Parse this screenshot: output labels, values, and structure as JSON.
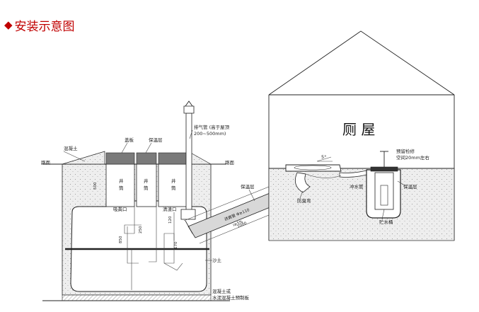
{
  "title": {
    "marker": "◆",
    "text": "安装示意图"
  },
  "house": {
    "label": "厕 屋"
  },
  "labels": {
    "concrete_top": "混凝土",
    "road": "路面",
    "lid": "盖板",
    "insulation_layer": "保温层",
    "vent_pipe": "排气管 (高于屋顶",
    "vent_height": "200~500mm)",
    "road_right": "路面",
    "shaft1": "井\n筒",
    "shaft2": "井\n筒",
    "shaft3": "井\n筒",
    "inlet_port": "吸粪口",
    "cleanout_port": "清渣口",
    "pipe_insulation": "保温层",
    "inlet_pipe": "进粪管 Φ≥110",
    "slope": "i≥5%",
    "anti_odor": "防臭弯",
    "slope_angle": "5°",
    "flush_pipe": "冲水管",
    "tank_cover": "预留检修",
    "tank_cover2": "空间20mm左右",
    "insulation_right": "保温层",
    "water_tank": "贮水桶",
    "sand": "沙土",
    "base1": "混凝土或",
    "base2": "水泥混凝土预制板",
    "dim_500": "500",
    "dim_250": "250",
    "dim_850": "850",
    "dim_170": "170",
    "dim_120": "120",
    "dim_1000": "1000"
  },
  "colors": {
    "title_red": "#c00000",
    "ground_fill": "#ebebeb",
    "cap_fill": "#7a7a7a",
    "pipe_fill": "#d8d8d8"
  }
}
